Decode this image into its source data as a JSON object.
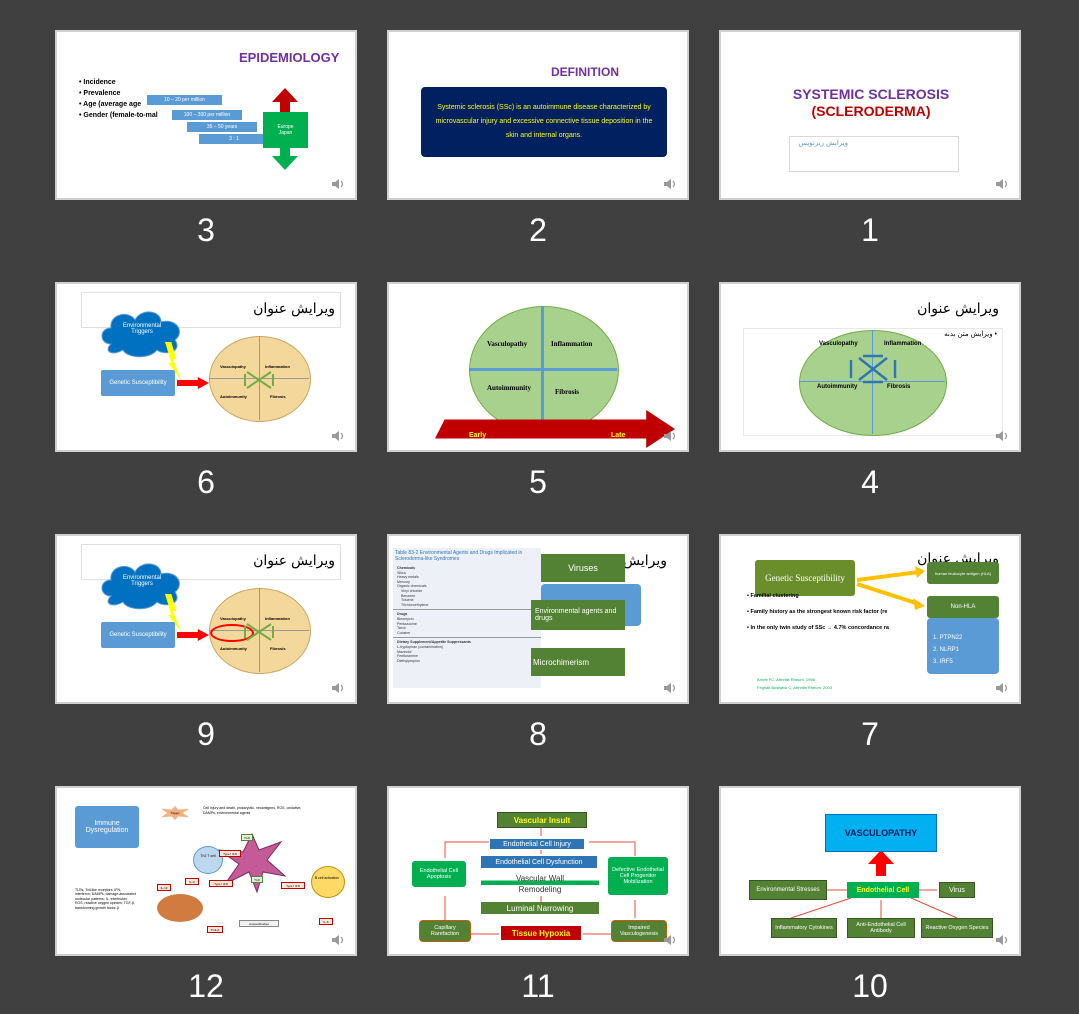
{
  "slides": [
    {
      "number": "3",
      "title": "EPIDEMIOLOGY",
      "bullets": [
        "Incidence",
        "Prevalence",
        "Age (average age",
        "Gender (female-to-mal"
      ],
      "bars": [
        "10 – 20 per million",
        "100 – 300 per million",
        "35 – 50 years",
        "3 : 1"
      ],
      "region": "Europe\nJapan"
    },
    {
      "number": "2",
      "title": "DEFINITION",
      "scroll_text": "Systemic sclerosis (SSc) is an autoimmune disease characterized by microvascular injury and excessive connective tissue deposition in the skin and internal organs."
    },
    {
      "number": "1",
      "title_line1": "SYSTEMIC SCLEROSIS",
      "title_line2": "(SCLERODERMA)",
      "subtitle": "ویرایش زیرنویس"
    },
    {
      "number": "6",
      "title": "ویرایش عنوان",
      "cloud": "Environmental Triggers",
      "genetic": "Genetic Susceptibility",
      "quadrants": [
        "Vasculopathy",
        "Inflammation",
        "Autoimmunity",
        "Fibrosis"
      ]
    },
    {
      "number": "5",
      "quadrants": [
        "Vasculopathy",
        "Inflammation",
        "Autoimmunity",
        "Fibrosis"
      ],
      "arrow_start": "Early",
      "arrow_end": "Late"
    },
    {
      "number": "4",
      "title": "ویرایش عنوان",
      "bullet": "ویرایش متن بدنه",
      "quadrants": [
        "Vasculopathy",
        "Inflammation",
        "Autoimmunity",
        "Fibrosis"
      ]
    },
    {
      "number": "9",
      "title": "ویرایش عنوان",
      "cloud": "Environmental Triggers",
      "genetic": "Genetic Susceptibility",
      "quadrants": [
        "Vasculopathy",
        "Inflammation",
        "Autoimmunity",
        "Fibrosis"
      ]
    },
    {
      "number": "8",
      "title": "ویرایش",
      "table_title": "Table 83-2  Environmental Agents and Drugs Implicated in Scleroderma-like Syndromes",
      "table_sections": [
        {
          "heading": "Chemicals",
          "items": [
            "Silica",
            "Heavy metals",
            "Mercury",
            "Organic chemicals",
            "Vinyl chloride",
            "Benzene",
            "Toluene",
            "Trichloroethylene"
          ]
        },
        {
          "heading": "Drugs",
          "items": [
            "Bleomycin",
            "Pentazocine",
            "Taxol",
            "Cocaine"
          ]
        },
        {
          "heading": "Dietary Supplement/Appetite Suppressants",
          "items": [
            "L-tryptophan (contamination)",
            "Mazindol",
            "Fenfluramine",
            "Diethylpropion"
          ]
        }
      ],
      "boxes": [
        "Viruses",
        "Environmental agents and drugs",
        "Microchimerism"
      ]
    },
    {
      "number": "7",
      "title": "ویرایش عنوان",
      "genetic": "Genetic Susceptibility",
      "bullets": [
        "Familial clustering",
        "Family history as the strongest known risk factor (re",
        "In the only twin study of SSc → 4.7% concordance ra"
      ],
      "hla": "human leukocyte antigen (HLA)",
      "nonhla": "Non-HLA",
      "genes": [
        "PTPN22",
        "NLRP1",
        "IRF5"
      ],
      "refs": [
        "Arnett FC, Arthritis Rheum. 1996",
        "Feghali-Bostwick C, Arthritis Rheum. 2003"
      ]
    },
    {
      "number": "12",
      "box": "Immune Dysregulation",
      "trigger": "Trigger",
      "trigger_text": "Cell injury and death, prokaryotic, neoantigens, ROS, oxidative, DAMPs, environmental agents",
      "labels": [
        "Th2 T cell",
        "Type I IFN",
        "TLR",
        "IL-4",
        "Type I IFN",
        "TLR",
        "Type I IFN",
        "IL-13",
        "B cell activation",
        "IL-6",
        "TGF-β",
        "Autoantibodies"
      ],
      "legend": "TLRs, Toll-like receptors; IFN, interferon; DAMPs, damage-associated molecular patterns; IL, interleukin; ROS, reactive oxygen species; TGF-β, transforming growth factor-β"
    },
    {
      "number": "11",
      "nodes": {
        "insult": "Vascular Insult",
        "injury": "Endothelial Cell Injury",
        "dysfunction": "Endothelial Cell Dysfunction",
        "apoptosis": "Endothelial Cell Apoptosis",
        "progenitor": "Defective Endothelial Cell Progenitor Mobilization",
        "remodeling": "Vascular Wall Remodeling",
        "narrowing": "Luminal Narrowing",
        "rarefaction": "Capillary Rarefaction",
        "hypoxia": "Tissue Hypoxia",
        "vasculogenesis": "Impaired Vasculogenesis"
      }
    },
    {
      "number": "10",
      "title": "VASCULOPATHY",
      "center": "Endothelial Cell",
      "left": "Environmental Stresses",
      "right": "Virus",
      "bottom": [
        "Inflammatory Cytokines",
        "Anti-Endothelial Cell Antibody",
        "Reactive Oxygen Species"
      ]
    }
  ],
  "colors": {
    "background": "#404040",
    "purple_title": "#7030a0",
    "navy": "#002060",
    "green_box": "#548235",
    "blue_box": "#5b9bd5",
    "red_arrow": "#c00000",
    "ellipse_green": "#a9d18e",
    "ellipse_tan": "#f4d79b"
  }
}
